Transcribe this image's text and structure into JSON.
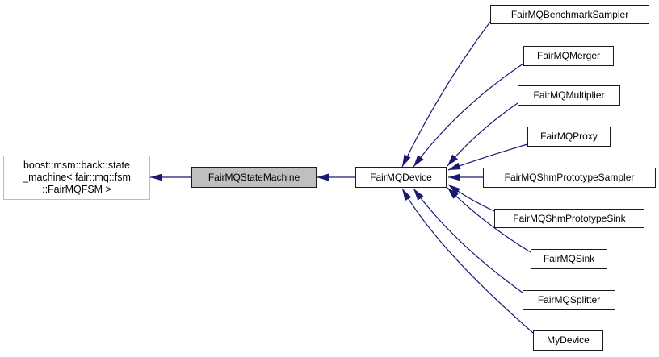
{
  "diagram": {
    "kind": "class-inheritance-graph",
    "colors": {
      "background": "#ffffff",
      "arrow": "#191970",
      "node_border": "#1c1c1c",
      "external_border": "#bdbdbd",
      "current_node_fill": "#bfbfbf",
      "node_fill": "#ffffff",
      "text": "#000000"
    },
    "nodes": {
      "boost": {
        "label": [
          "boost::msm::back::state",
          "_machine< fair::mq::fsm",
          "::FairMQFSM >"
        ],
        "role": "external-base-class"
      },
      "statemachine": {
        "label": "FairMQStateMachine",
        "role": "current-class"
      },
      "device": {
        "label": "FairMQDevice",
        "role": "class"
      },
      "benchmarksampler": {
        "label": "FairMQBenchmarkSampler",
        "role": "derived-class"
      },
      "merger": {
        "label": "FairMQMerger",
        "role": "derived-class"
      },
      "multiplier": {
        "label": "FairMQMultiplier",
        "role": "derived-class"
      },
      "proxy": {
        "label": "FairMQProxy",
        "role": "derived-class"
      },
      "shmprototypesampler": {
        "label": "FairMQShmPrototypeSampler",
        "role": "derived-class"
      },
      "shmprototypesink": {
        "label": "FairMQShmPrototypeSink",
        "role": "derived-class"
      },
      "sink": {
        "label": "FairMQSink",
        "role": "derived-class"
      },
      "splitter": {
        "label": "FairMQSplitter",
        "role": "derived-class"
      },
      "mydevice": {
        "label": "MyDevice",
        "role": "derived-class"
      }
    },
    "edges": [
      {
        "from": "statemachine",
        "to": "boost",
        "relation": "inherits"
      },
      {
        "from": "device",
        "to": "statemachine",
        "relation": "inherits"
      },
      {
        "from": "benchmarksampler",
        "to": "device",
        "relation": "inherits"
      },
      {
        "from": "merger",
        "to": "device",
        "relation": "inherits"
      },
      {
        "from": "multiplier",
        "to": "device",
        "relation": "inherits"
      },
      {
        "from": "proxy",
        "to": "device",
        "relation": "inherits"
      },
      {
        "from": "shmprototypesampler",
        "to": "device",
        "relation": "inherits"
      },
      {
        "from": "shmprototypesink",
        "to": "device",
        "relation": "inherits"
      },
      {
        "from": "sink",
        "to": "device",
        "relation": "inherits"
      },
      {
        "from": "splitter",
        "to": "device",
        "relation": "inherits"
      },
      {
        "from": "mydevice",
        "to": "device",
        "relation": "inherits"
      }
    ]
  }
}
